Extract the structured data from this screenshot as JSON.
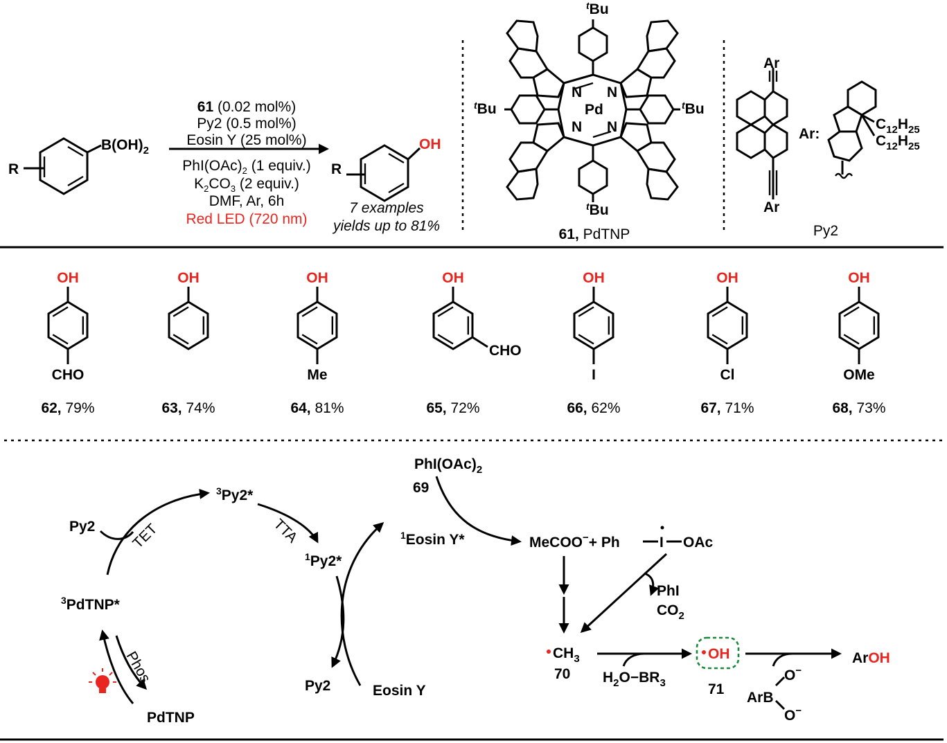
{
  "reaction": {
    "substrate": {
      "r": "R",
      "group": "B(OH)",
      "group_sub": "2"
    },
    "conditions": {
      "catalyst_num": "61",
      "catalyst_rest": " (0.02 mol%)",
      "line2": "Py2 (0.5 mol%)",
      "line3": "Eosin Y (25 mol%)",
      "line4_a": "PhI(OAc)",
      "line4_sub": "2",
      "line4_b": " (1 equiv.)",
      "line5_a": "K",
      "line5_sub1": "2",
      "line5_b": "CO",
      "line5_sub2": "3",
      "line5_c": " (2 equiv.)",
      "line6": "DMF, Ar, 6h",
      "light": "Red LED (720 nm)"
    },
    "product": {
      "r": "R",
      "group": "OH"
    },
    "note1": "7 examples",
    "note2": "yields up to 81%"
  },
  "pdtnp": {
    "tbu_t": "t",
    "tbu": "Bu",
    "n": "N",
    "metal": "Pd",
    "label_num": "61,",
    "label_name": " PdTNP"
  },
  "py2": {
    "ar": "Ar",
    "ar_label": "Ar:",
    "c12": "C",
    "c12_sub": "12",
    "h25": "H",
    "h25_sub": "25",
    "label": "Py2"
  },
  "examples": [
    {
      "num": "62,",
      "yield": " 79%",
      "sub": "CHO",
      "oh": "OH"
    },
    {
      "num": "63,",
      "yield": " 74%",
      "sub": "",
      "oh": "OH"
    },
    {
      "num": "64,",
      "yield": " 81%",
      "sub": "Me",
      "oh": "OH"
    },
    {
      "num": "65,",
      "yield": " 72%",
      "sub": "CHO",
      "oh": "OH"
    },
    {
      "num": "66,",
      "yield": " 62%",
      "sub": "I",
      "oh": "OH"
    },
    {
      "num": "67,",
      "yield": " 71%",
      "sub": "Cl",
      "oh": "OH"
    },
    {
      "num": "68,",
      "yield": " 73%",
      "sub": "OMe",
      "oh": "OH"
    }
  ],
  "mechanism": {
    "py2_left": "Py2",
    "tet": "TET",
    "py2_triplet_sup": "3",
    "py2_triplet": "Py2*",
    "tta": "TTA",
    "py2_singlet_sup": "1",
    "py2_singlet": "Py2*",
    "eosin_singlet_sup": "1",
    "eosin_singlet": "Eosin Y*",
    "pdtnp_triplet_sup": "3",
    "pdtnp_triplet": "PdTNP*",
    "phos": "Phos",
    "pdtnp": "PdTNP",
    "py2_bottom": "Py2",
    "eosin_y": "Eosin Y",
    "phi_oac2_a": "PhI(OAc)",
    "phi_oac2_sub": "2",
    "num69": "69",
    "mecoo": "MeCOO",
    "minus": "−",
    "plus_ph": "+ Ph",
    "iodine": "I",
    "oac": "OAc",
    "phi": "PhI",
    "co2_a": "CO",
    "co2_sub": "2",
    "ch3_a": "CH",
    "ch3_sub": "3",
    "num70": "70",
    "h2o_a": "H",
    "h2o_sub": "2",
    "h2o_b": "O−BR",
    "h2o_sub2": "3",
    "oh_radical": "OH",
    "num71": "71",
    "arb": "ArB",
    "o": "O",
    "aroh_a": "Ar",
    "aroh_b": "OH"
  },
  "colors": {
    "accent_red": "#e8251f",
    "highlight_green": "#1a8a3a"
  }
}
